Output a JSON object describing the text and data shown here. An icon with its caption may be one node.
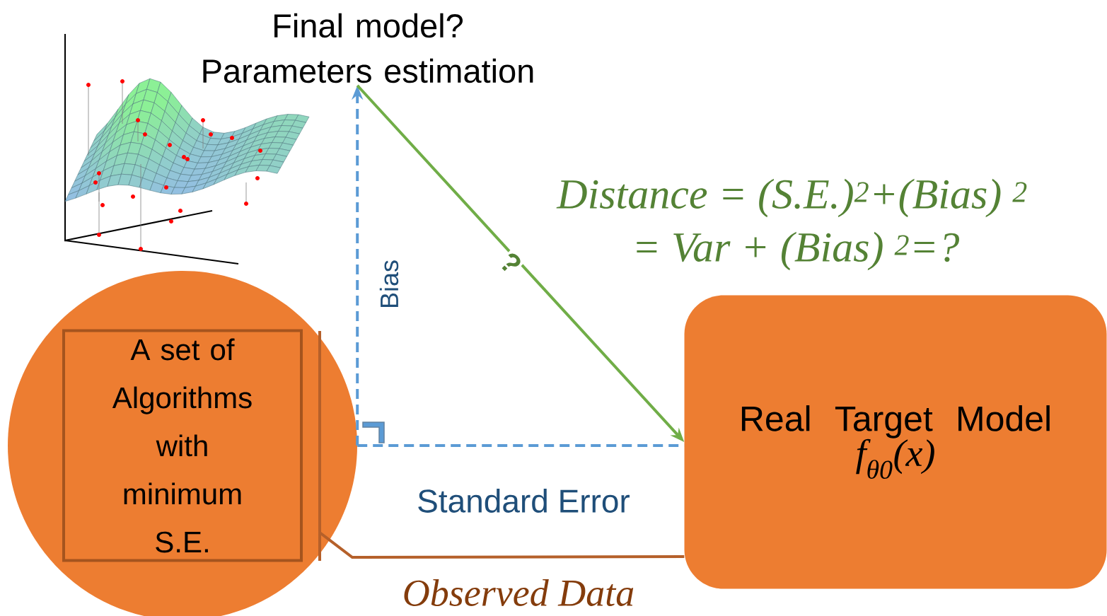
{
  "diagram": {
    "nodes": [
      {
        "text": [
          "Final model? Parameters estimation"
        ]
      },
      {
        "text": [],
        "shape": "circle"
      },
      {
        "text": [
          "A set of Algorithms with minimum S.E."
        ],
        "in": 1
      },
      {
        "text": [
          "Real Target Model",
          "f$_{θ0}$(x)"
        ]
      }
    ],
    "edges": [
      {
        "from": 1,
        "to": 0,
        "arrow": "to",
        "label": "Bias",
        "style": "dashed",
        "color": "#5b9bd5"
      },
      {
        "from": 1,
        "to": 3,
        "arrow": "none",
        "label": "Standard Error",
        "style": "dashed",
        "color": "#5b9bd5"
      },
      {
        "from": 0,
        "to": 3,
        "arrow": "to",
        "label": "?",
        "color": "#70ad47"
      },
      {
        "from": 2,
        "to": 3,
        "arrow": "other",
        "label": "Observed Data",
        "color": "#b5602a"
      }
    ],
    "labels": [
      "Distance = (S.E.)$^{2}$+(Bias) $^{2}$",
      "= Var + (Bias) $^{2}$=?"
    ]
  }
}
